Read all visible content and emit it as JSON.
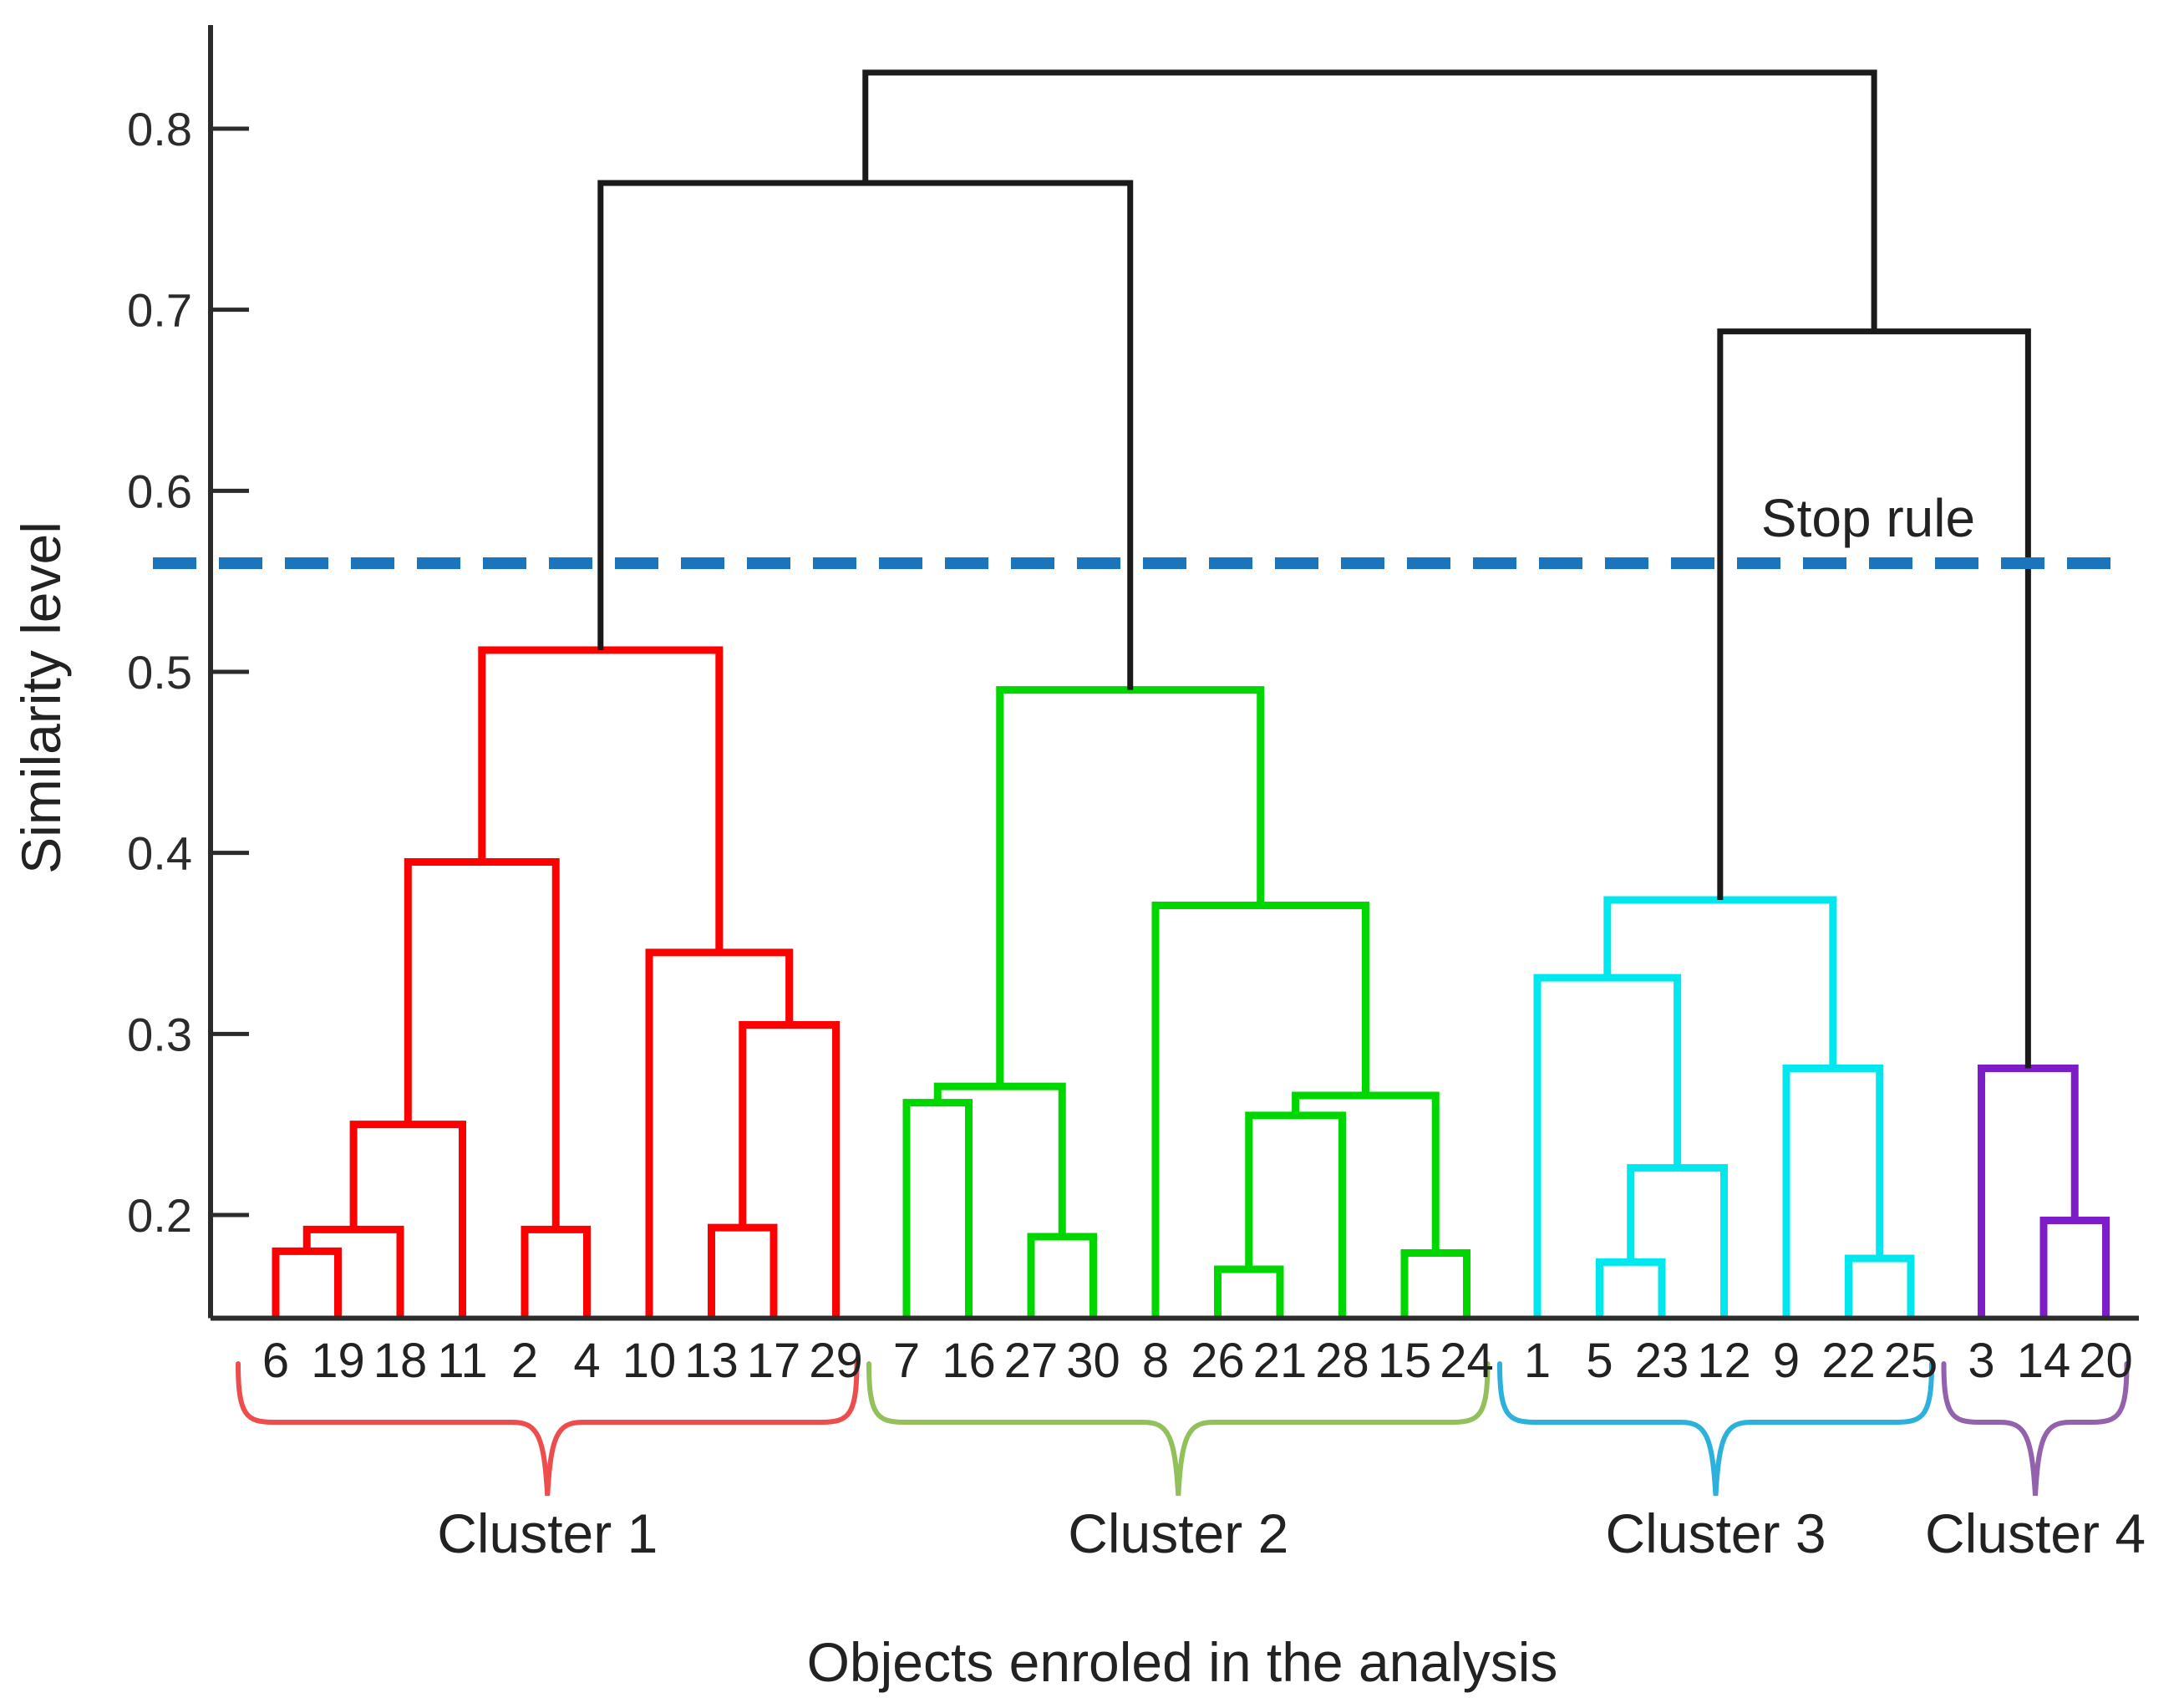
{
  "chart_data": {
    "type": "dendrogram",
    "title": "",
    "xlabel": "Objects enroled in the analysis",
    "ylabel": "Similarity level",
    "y_ticks": [
      0.2,
      0.3,
      0.4,
      0.5,
      0.6,
      0.7,
      0.8
    ],
    "ylim": [
      0.143,
      0.86
    ],
    "grid": false,
    "stop_rule": {
      "label": "Stop rule",
      "value": 0.56,
      "color": "#1b75bc",
      "style": "dashed"
    },
    "link_color": "#1a1a1a",
    "clusters": [
      {
        "name": "Cluster 1",
        "line_color": "#fe0000",
        "brace_color": "#ed4d4d",
        "leaves": [
          "6",
          "19",
          "18",
          "11",
          "2",
          "4",
          "10",
          "13",
          "17",
          "29"
        ]
      },
      {
        "name": "Cluster 2",
        "line_color": "#00d600",
        "brace_color": "#94c05c",
        "leaves": [
          "7",
          "16",
          "27",
          "30",
          "8",
          "26",
          "21",
          "28",
          "15",
          "24"
        ]
      },
      {
        "name": "Cluster 3",
        "line_color": "#00e8ee",
        "brace_color": "#2cb0dc",
        "leaves": [
          "1",
          "5",
          "23",
          "12",
          "9",
          "22",
          "25"
        ]
      },
      {
        "name": "Cluster 4",
        "line_color": "#7d1cc9",
        "brace_color": "#9263ac",
        "leaves": [
          "3",
          "14",
          "20"
        ]
      }
    ],
    "merges": [
      {
        "id": "m1",
        "a": "6",
        "b": "19",
        "h": 0.18,
        "cluster": 0
      },
      {
        "id": "m2",
        "a": "m1",
        "b": "18",
        "h": 0.192,
        "cluster": 0
      },
      {
        "id": "m3",
        "a": "m2",
        "b": "11",
        "h": 0.25,
        "cluster": 0
      },
      {
        "id": "m4",
        "a": "2",
        "b": "4",
        "h": 0.192,
        "cluster": 0
      },
      {
        "id": "m5",
        "a": "m3",
        "b": "m4",
        "h": 0.395,
        "cluster": 0
      },
      {
        "id": "m6",
        "a": "13",
        "b": "17",
        "h": 0.193,
        "cluster": 0
      },
      {
        "id": "m7",
        "a": "m6",
        "b": "29",
        "h": 0.305,
        "cluster": 0
      },
      {
        "id": "m8",
        "a": "10",
        "b": "m7",
        "h": 0.345,
        "cluster": 0
      },
      {
        "id": "m9",
        "a": "m5",
        "b": "m8",
        "h": 0.512,
        "cluster": 0
      },
      {
        "id": "g1",
        "a": "7",
        "b": "16",
        "h": 0.262,
        "cluster": 1
      },
      {
        "id": "g2",
        "a": "27",
        "b": "30",
        "h": 0.188,
        "cluster": 1
      },
      {
        "id": "g3",
        "a": "g1",
        "b": "g2",
        "h": 0.271,
        "cluster": 1
      },
      {
        "id": "g4",
        "a": "26",
        "b": "21",
        "h": 0.17,
        "cluster": 1
      },
      {
        "id": "g5",
        "a": "g4",
        "b": "28",
        "h": 0.255,
        "cluster": 1
      },
      {
        "id": "g6",
        "a": "15",
        "b": "24",
        "h": 0.179,
        "cluster": 1
      },
      {
        "id": "g7",
        "a": "g5",
        "b": "g6",
        "h": 0.266,
        "cluster": 1
      },
      {
        "id": "g8",
        "a": "8",
        "b": "g7",
        "h": 0.371,
        "cluster": 1
      },
      {
        "id": "g9",
        "a": "g3",
        "b": "g8",
        "h": 0.49,
        "cluster": 1
      },
      {
        "id": "c1",
        "a": "5",
        "b": "23",
        "h": 0.174,
        "cluster": 2
      },
      {
        "id": "c2",
        "a": "c1",
        "b": "12",
        "h": 0.226,
        "cluster": 2
      },
      {
        "id": "c3",
        "a": "1",
        "b": "c2",
        "h": 0.331,
        "cluster": 2
      },
      {
        "id": "c4",
        "a": "22",
        "b": "25",
        "h": 0.176,
        "cluster": 2
      },
      {
        "id": "c5",
        "a": "9",
        "b": "c4",
        "h": 0.281,
        "cluster": 2
      },
      {
        "id": "c6",
        "a": "c3",
        "b": "c5",
        "h": 0.374,
        "cluster": 2
      },
      {
        "id": "p1",
        "a": "14",
        "b": "20",
        "h": 0.197,
        "cluster": 3
      },
      {
        "id": "p2",
        "a": "3",
        "b": "p1",
        "h": 0.281,
        "cluster": 3
      },
      {
        "id": "b1",
        "a": "m9",
        "b": "g9",
        "h": 0.77,
        "cluster": "link"
      },
      {
        "id": "b2",
        "a": "c6",
        "b": "p2",
        "h": 0.688,
        "cluster": "link"
      },
      {
        "id": "b3",
        "a": "b1",
        "b": "b2",
        "h": 0.831,
        "cluster": "link"
      }
    ]
  }
}
